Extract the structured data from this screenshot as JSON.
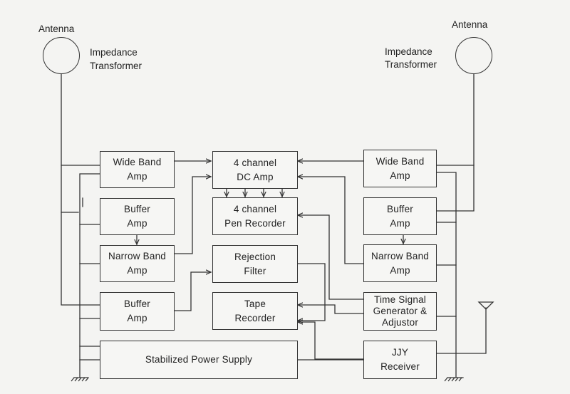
{
  "labels": {
    "left_antenna": "Antenna",
    "left_transformer": [
      "Impedance",
      "Transformer"
    ],
    "right_antenna": "Antenna",
    "right_transformer": [
      "Impedance",
      "Transformer"
    ]
  },
  "blocks": {
    "wide_band_amp_left": [
      "Wide Band",
      "Amp"
    ],
    "buffer_amp_left_upper": [
      "Buffer",
      "Amp"
    ],
    "narrow_band_amp_left": [
      "Narrow Band",
      "Amp"
    ],
    "buffer_amp_left_lower": [
      "Buffer",
      "Amp"
    ],
    "dc_amp": [
      "4 channel",
      "DC Amp"
    ],
    "pen_recorder": [
      "4 channel",
      "Pen Recorder"
    ],
    "rejection_filter": [
      "Rejection",
      "Filter"
    ],
    "tape_recorder": [
      "Tape",
      "Recorder"
    ],
    "wide_band_amp_right": [
      "Wide Band",
      "Amp"
    ],
    "buffer_amp_right": [
      "Buffer",
      "Amp"
    ],
    "narrow_band_amp_right": [
      "Narrow Band",
      "Amp"
    ],
    "time_signal_generator": [
      "Time Signal",
      "Generator &",
      "Adjustor"
    ],
    "jjy_receiver": [
      "JJY",
      "Receiver"
    ],
    "power_supply": [
      "Stabilized Power Supply"
    ]
  }
}
